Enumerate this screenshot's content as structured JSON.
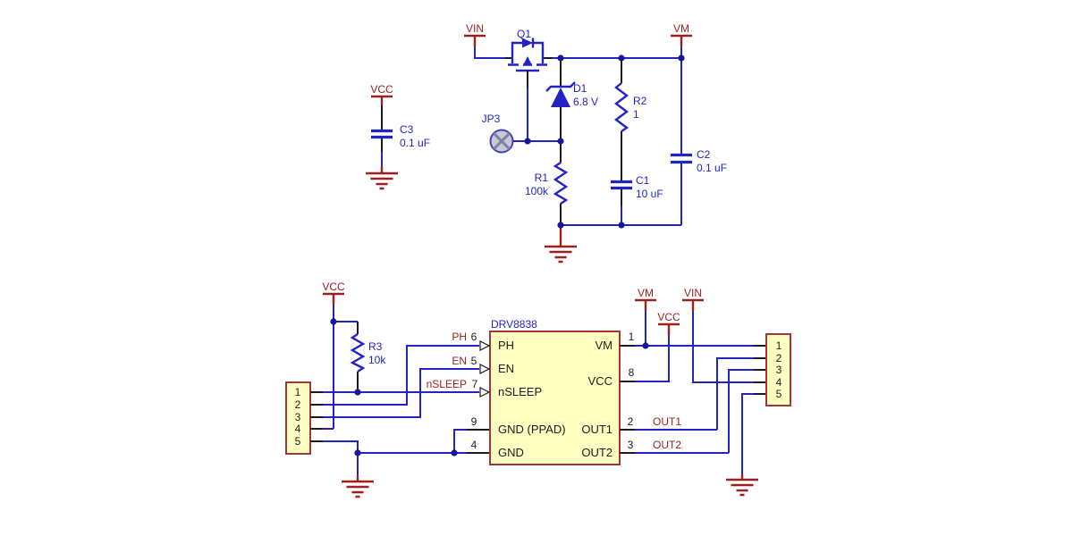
{
  "diagram_type": "circuit-schematic",
  "colors": {
    "wire": "#2323c4",
    "power_and_ground": "#9b2020",
    "pin_lead": "#1b1b1b",
    "component_box_fill": "#ffffc2",
    "component_box_border": "#a33636",
    "junction_dot": "#17179a",
    "jumper_fill": "#c9c9d2"
  },
  "top": {
    "vcc": "VCC",
    "vin": "VIN",
    "vm": "VM",
    "c3_ref": "C3",
    "c3_val": "0.1 uF",
    "q1_ref": "Q1",
    "jp3_ref": "JP3",
    "d1_ref": "D1",
    "d1_val": "6.8 V",
    "r1_ref": "R1",
    "r1_val": "100k",
    "r2_ref": "R2",
    "r2_val": "1",
    "c1_ref": "C1",
    "c1_val": "10 uF",
    "c2_ref": "C2",
    "c2_val": "0.1 uF"
  },
  "bottom": {
    "vcc_left": "VCC",
    "vm": "VM",
    "vcc_right": "VCC",
    "vin": "VIN",
    "r3_ref": "R3",
    "r3_val": "10k",
    "ic_title": "DRV8838",
    "pin_names_left": [
      "PH",
      "EN",
      "nSLEEP",
      "GND (PPAD)",
      "GND"
    ],
    "pin_numbers_left": [
      "6",
      "5",
      "7",
      "9",
      "4"
    ],
    "net_labels_left": [
      "PH",
      "EN",
      "nSLEEP"
    ],
    "pin_names_right": [
      "VM",
      "VCC",
      "OUT1",
      "OUT2"
    ],
    "pin_numbers_right": [
      "1",
      "8",
      "2",
      "3"
    ],
    "net_labels_right": [
      "OUT1",
      "OUT2"
    ],
    "left_connector_pins": [
      "1",
      "2",
      "3",
      "4",
      "5"
    ],
    "right_connector_pins": [
      "1",
      "2",
      "3",
      "4",
      "5"
    ]
  }
}
